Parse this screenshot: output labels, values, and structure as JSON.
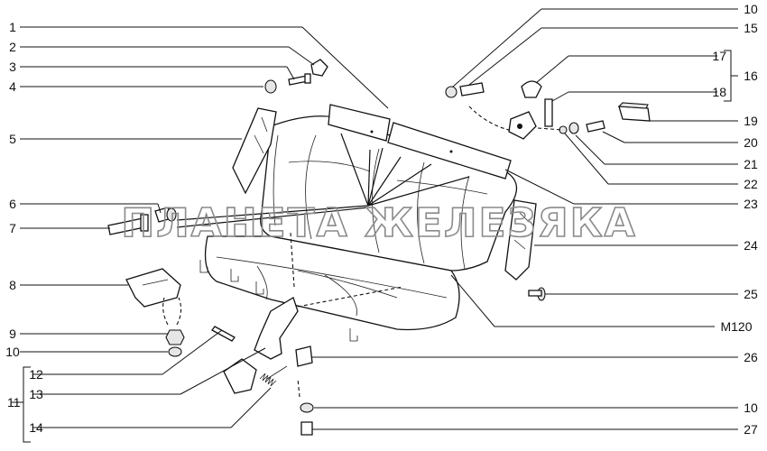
{
  "watermark": "ПЛАНЕТА ЖЕЛЕЗЯКА",
  "callouts_left": [
    {
      "id": "c1",
      "text": "1"
    },
    {
      "id": "c2",
      "text": "2"
    },
    {
      "id": "c3",
      "text": "3"
    },
    {
      "id": "c4",
      "text": "4"
    },
    {
      "id": "c5",
      "text": "5"
    },
    {
      "id": "c6",
      "text": "6"
    },
    {
      "id": "c7",
      "text": "7"
    },
    {
      "id": "c8",
      "text": "8"
    },
    {
      "id": "c9",
      "text": "9"
    },
    {
      "id": "c10a",
      "text": "10"
    },
    {
      "id": "c11",
      "text": "11"
    },
    {
      "id": "c12",
      "text": "12"
    },
    {
      "id": "c13",
      "text": "13"
    },
    {
      "id": "c14",
      "text": "14"
    }
  ],
  "callouts_right": [
    {
      "id": "r10a",
      "text": "10"
    },
    {
      "id": "r15",
      "text": "15"
    },
    {
      "id": "r17",
      "text": "17"
    },
    {
      "id": "r16",
      "text": "16"
    },
    {
      "id": "r18",
      "text": "18"
    },
    {
      "id": "r19",
      "text": "19"
    },
    {
      "id": "r20",
      "text": "20"
    },
    {
      "id": "r21",
      "text": "21"
    },
    {
      "id": "r22",
      "text": "22"
    },
    {
      "id": "r23",
      "text": "23"
    },
    {
      "id": "r24",
      "text": "24"
    },
    {
      "id": "r25",
      "text": "25"
    },
    {
      "id": "rM",
      "text": "M120"
    },
    {
      "id": "r26",
      "text": "26"
    },
    {
      "id": "r10b",
      "text": "10"
    },
    {
      "id": "r27",
      "text": "27"
    }
  ]
}
